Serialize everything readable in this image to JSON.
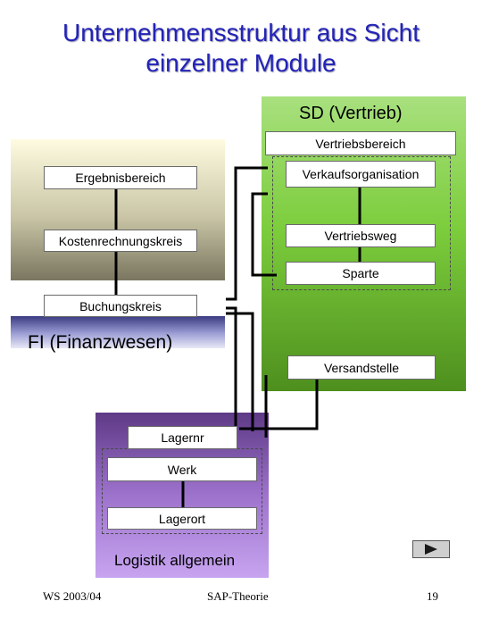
{
  "title": {
    "line1": "Unternehmensstruktur aus Sicht",
    "line2": "einzelner Module"
  },
  "sd": {
    "label": "SD (Vertrieb)",
    "boxes": {
      "vertriebsbereich": "Vertriebsbereich",
      "verkaufsorganisation": "Verkaufsorganisation",
      "vertriebsweg": "Vertriebsweg",
      "sparte": "Sparte",
      "versandstelle": "Versandstelle"
    }
  },
  "fi": {
    "label": "FI (Finanzwesen)",
    "boxes": {
      "ergebnisbereich": "Ergebnisbereich",
      "kostenrechnungskreis": "Kostenrechnungskreis",
      "buchungskreis": "Buchungskreis"
    }
  },
  "logistik": {
    "label": "Logistik allgemein",
    "boxes": {
      "lagernr": "Lagernr",
      "werk": "Werk",
      "lagerort": "Lagerort"
    }
  },
  "footer": {
    "left": "WS 2003/04",
    "center": "SAP-Theorie",
    "page": "19"
  },
  "icons": {
    "nav": "play-icon"
  }
}
